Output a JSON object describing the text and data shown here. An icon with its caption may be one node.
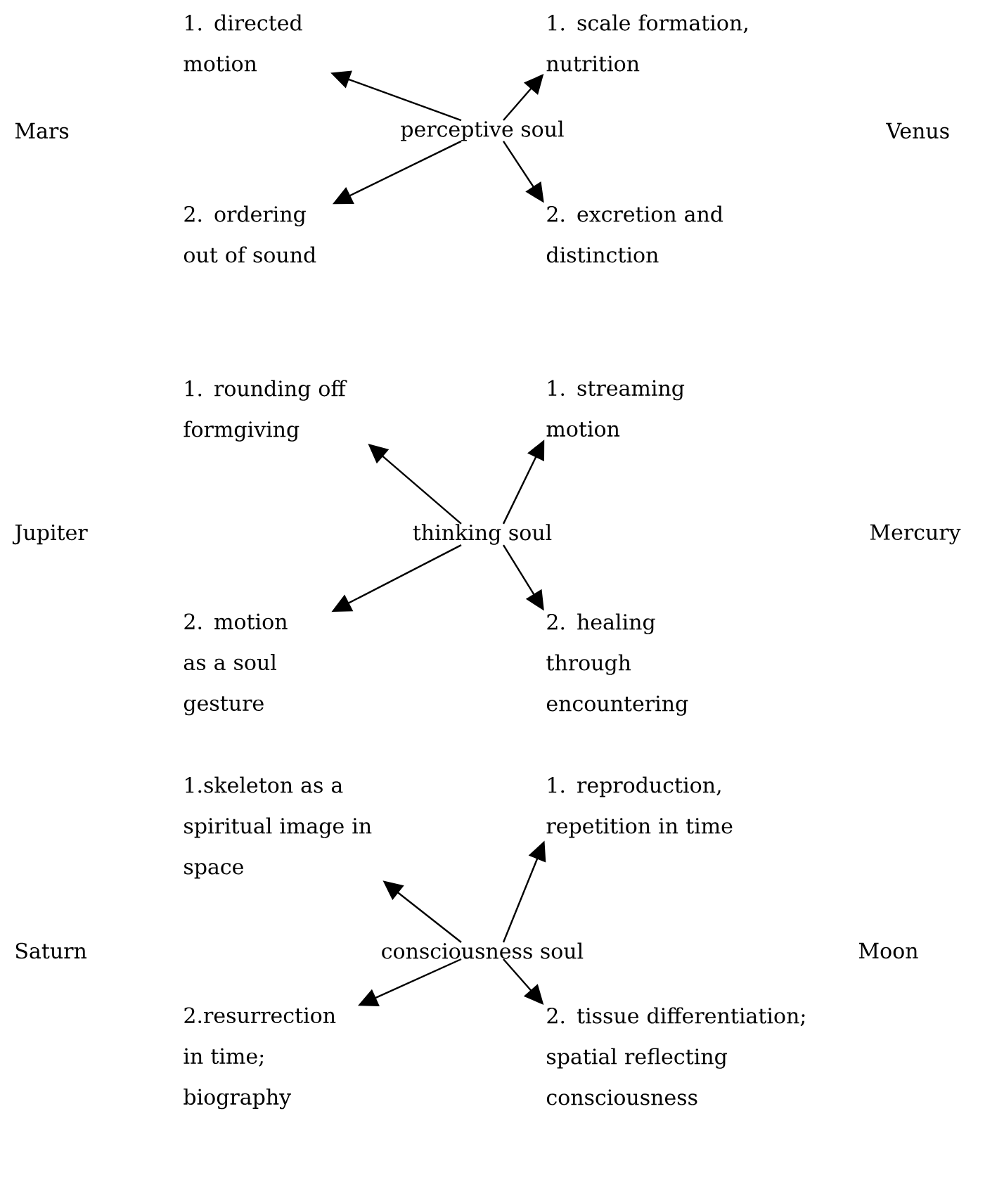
{
  "diagram": {
    "nodes": [
      {
        "text": [
          "1. directed motion"
        ]
      },
      {
        "text": [
          "1. scale formation, nutrition"
        ]
      },
      {
        "text": [
          "perceptive soul"
        ]
      },
      {
        "text": [
          "2. ordering out of sound"
        ]
      },
      {
        "text": [
          "2. excretion and distinction"
        ]
      },
      {
        "text": [
          "1. rounding off formgiving"
        ]
      },
      {
        "text": [
          "1. streaming motion"
        ]
      },
      {
        "text": [
          "thinking soul"
        ]
      },
      {
        "text": [
          "2. motion as a soul gesture"
        ]
      },
      {
        "text": [
          "2. healing through encountering"
        ]
      },
      {
        "text": [
          "1.skeleton as a spiritual image in space"
        ]
      },
      {
        "text": [
          "1. reproduction, repetition in time"
        ]
      },
      {
        "text": [
          "consciousness soul"
        ]
      },
      {
        "text": [
          "2.resurrection in time; biography"
        ]
      },
      {
        "text": [
          "2. tissue differentiation; spatial reflecting consciousness"
        ]
      }
    ],
    "edges": [
      {
        "from": 2,
        "to": 0,
        "arrow": "to"
      },
      {
        "from": 2,
        "to": 1,
        "arrow": "to"
      },
      {
        "from": 2,
        "to": 3,
        "arrow": "to"
      },
      {
        "from": 2,
        "to": 4,
        "arrow": "to"
      },
      {
        "from": 7,
        "to": 5,
        "arrow": "to"
      },
      {
        "from": 7,
        "to": 6,
        "arrow": "to"
      },
      {
        "from": 7,
        "to": 8,
        "arrow": "to"
      },
      {
        "from": 7,
        "to": 9,
        "arrow": "to"
      },
      {
        "from": 12,
        "to": 10,
        "arrow": "to"
      },
      {
        "from": 12,
        "to": 11,
        "arrow": "to"
      },
      {
        "from": 12,
        "to": 13,
        "arrow": "to"
      },
      {
        "from": 12,
        "to": 14,
        "arrow": "to"
      }
    ],
    "labels": [
      "Mars",
      "Venus",
      "Jupiter",
      "Mercury",
      "Saturn",
      "Moon"
    ]
  }
}
